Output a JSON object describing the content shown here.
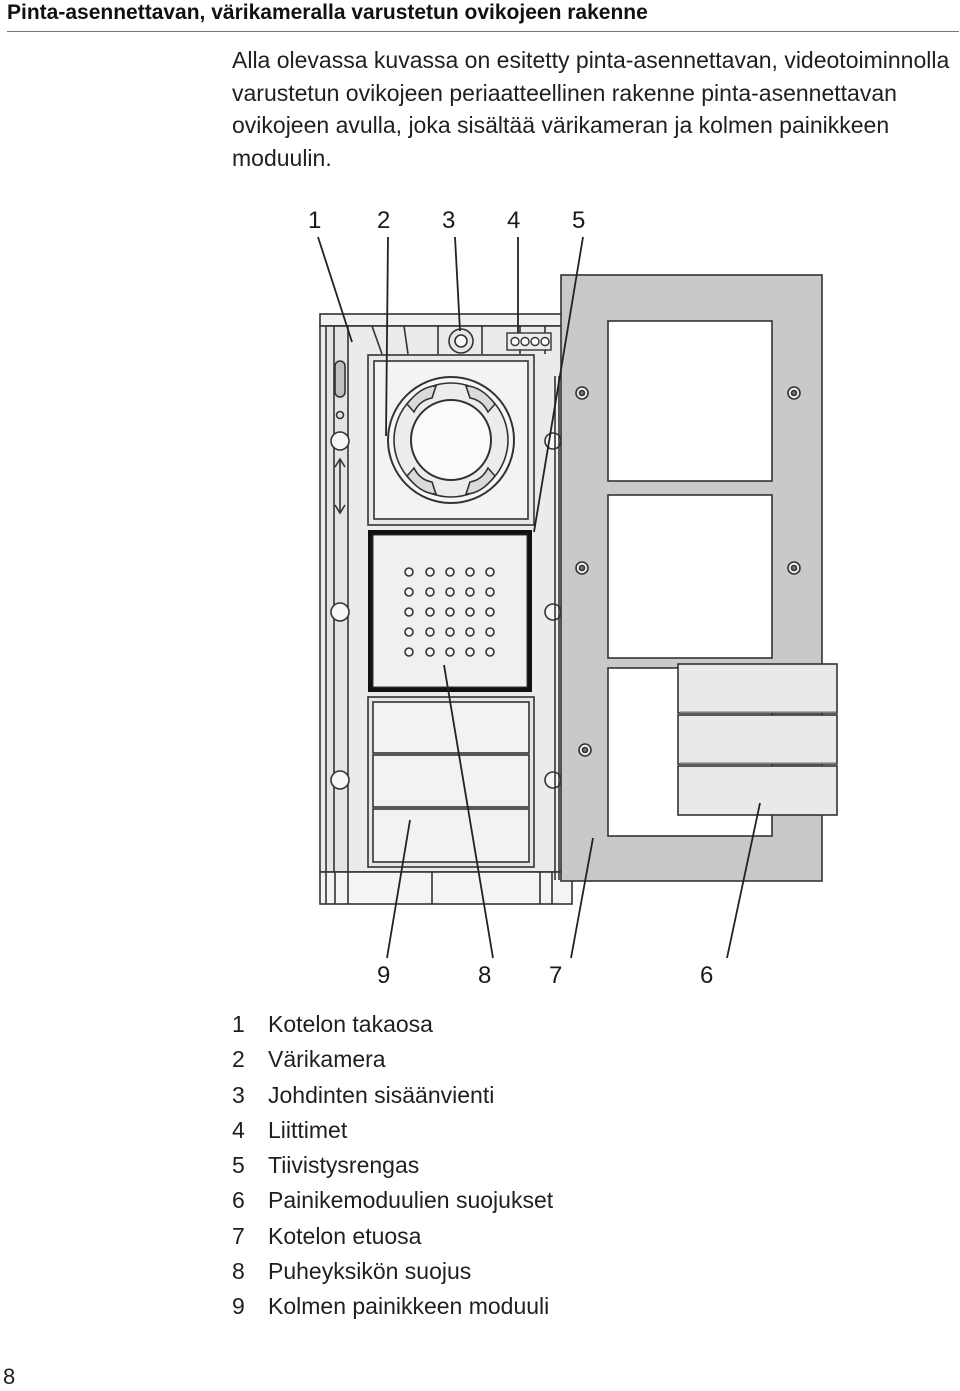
{
  "heading": "Pinta-asennettavan, värikameralla varustetun ovikojeen rakenne",
  "intro": "Alla olevassa kuvassa on esitetty pinta-asennettavan, videotoiminnolla varustetun ovikojeen periaatteellinen rakenne pinta-asennettavan ovikojeen avulla, joka sisältää värikameran ja kolmen painikkeen moduulin.",
  "diagram": {
    "callouts_top": [
      "1",
      "2",
      "3",
      "4",
      "5"
    ],
    "callouts_bottom": [
      "9",
      "8",
      "7",
      "6"
    ]
  },
  "legend": [
    {
      "num": "1",
      "label": "Kotelon takaosa"
    },
    {
      "num": "2",
      "label": "Värikamera"
    },
    {
      "num": "3",
      "label": "Johdinten sisäänvienti"
    },
    {
      "num": "4",
      "label": "Liittimet"
    },
    {
      "num": "5",
      "label": "Tiivistysrengas"
    },
    {
      "num": "6",
      "label": "Painikemoduulien suojukset"
    },
    {
      "num": "7",
      "label": "Kotelon etuosa"
    },
    {
      "num": "8",
      "label": "Puheyksikön suojus"
    },
    {
      "num": "9",
      "label": "Kolmen painikkeen moduuli"
    }
  ],
  "page_number": "8"
}
